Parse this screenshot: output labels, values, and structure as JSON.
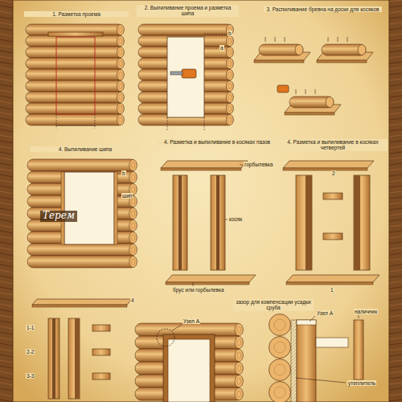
{
  "diagram": {
    "labels": [
      "1. Разметка проема",
      "2. Выпиливание проема и разметка шипа",
      "3. Распиливание бревна на доски для косяков",
      "4. Выпиливание шипа",
      "4. Разметка и выпиливание в косяках пазов",
      "4. Разметка и выпиливание в косяках четвертей",
      "горбылевка",
      "косяк",
      "брус или горбылевка",
      "шип",
      "b",
      "a",
      "b",
      "Узел А",
      "Узел А",
      "зазор для компенсации усадки сруба",
      "наличник",
      "утеплитель",
      "1-1",
      "2-2",
      "3-3",
      "2",
      "1",
      "4",
      "Терем"
    ]
  }
}
